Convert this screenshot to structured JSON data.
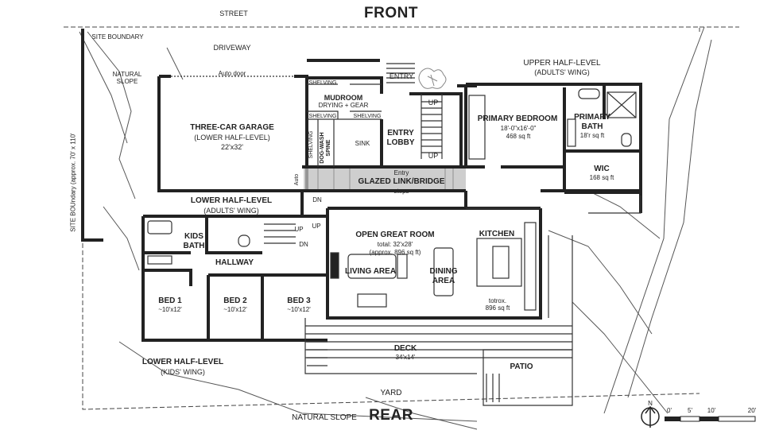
{
  "compass": {
    "front": "FRONT",
    "rear": "REAR",
    "north": "N"
  },
  "site": {
    "street": "STREET",
    "site_boundary": "SITE BOUNDARY",
    "site_boundary_side": "SITE BOUndary (approx. 70' x 110'",
    "driveway": "DRIVEWAY",
    "auto_door": "Auto door",
    "natural_slope_top": "NATURAL\nSLOPE",
    "natural_slope_bottom": "NATURAL SLOPE",
    "yard": "YARD"
  },
  "rooms": {
    "garage": {
      "name": "THREE-CAR GARAGE",
      "sub": "(LOWER HALF-LEVEL)",
      "dim": "22'x32'"
    },
    "mudroom": {
      "name": "MUDROOM",
      "sub": "DRYING + GEAR"
    },
    "shelving": "SHELVING",
    "shelving_vert": "SHELVING",
    "dog_wash": "DOG-WASH\nSPINE",
    "sink": "SINK",
    "entry_top": "ENTRY",
    "entry_lobby": "ENTRY\nLOBBY",
    "up": "UP",
    "dn": "DN",
    "upper_half": {
      "name": "UPPER HALF-LEVEL",
      "sub": "(ADULTS' WING)"
    },
    "primary_bedroom": {
      "name": "PRIMARY BEDROOM",
      "dim": "18'-0\"x16'-0\"",
      "area": "468 sq ft"
    },
    "primary_bath": {
      "name": "PRIMARY\nBATH",
      "dim": "18'r sq ft"
    },
    "wic": {
      "name": "WIC",
      "area": "168 sq ft"
    },
    "glazed_link": {
      "entry": "Entry",
      "name": "GLAZED LINK/BRIDGE",
      "steps": "steps"
    },
    "auto_small": "Auto",
    "lower_half_adults": {
      "name": "LOWER HALF-LEVEL",
      "sub": "(ADULTS' WING)"
    },
    "kids_bath": "KIDS\nBATH",
    "hallway": "HALLWAY",
    "bed1": {
      "name": "BED 1",
      "dim": "~10'x12'"
    },
    "bed2": {
      "name": "BED 2",
      "dim": "~10'x12'"
    },
    "bed3": {
      "name": "BED 3",
      "dim": "~10'x12'"
    },
    "great_room": {
      "name": "OPEN GREAT ROOM",
      "total": "total: 32'x28'",
      "approx": "(approx. 896 sq ft)"
    },
    "kitchen": "KITCHEN",
    "living_area": "LIVING AREA",
    "dining_area": "DINING\nAREA",
    "totrox": "totrox.\n896 sq ft",
    "deck": {
      "name": "DECK",
      "dim": "34'x14'"
    },
    "patio": "PATIO",
    "lower_half_kids": {
      "name": "LOWER HALF-LEVEL",
      "sub": "(KIDS' WING)"
    }
  },
  "scale_bar": {
    "ticks": [
      "0'",
      "5'",
      "10'",
      "20'"
    ]
  }
}
